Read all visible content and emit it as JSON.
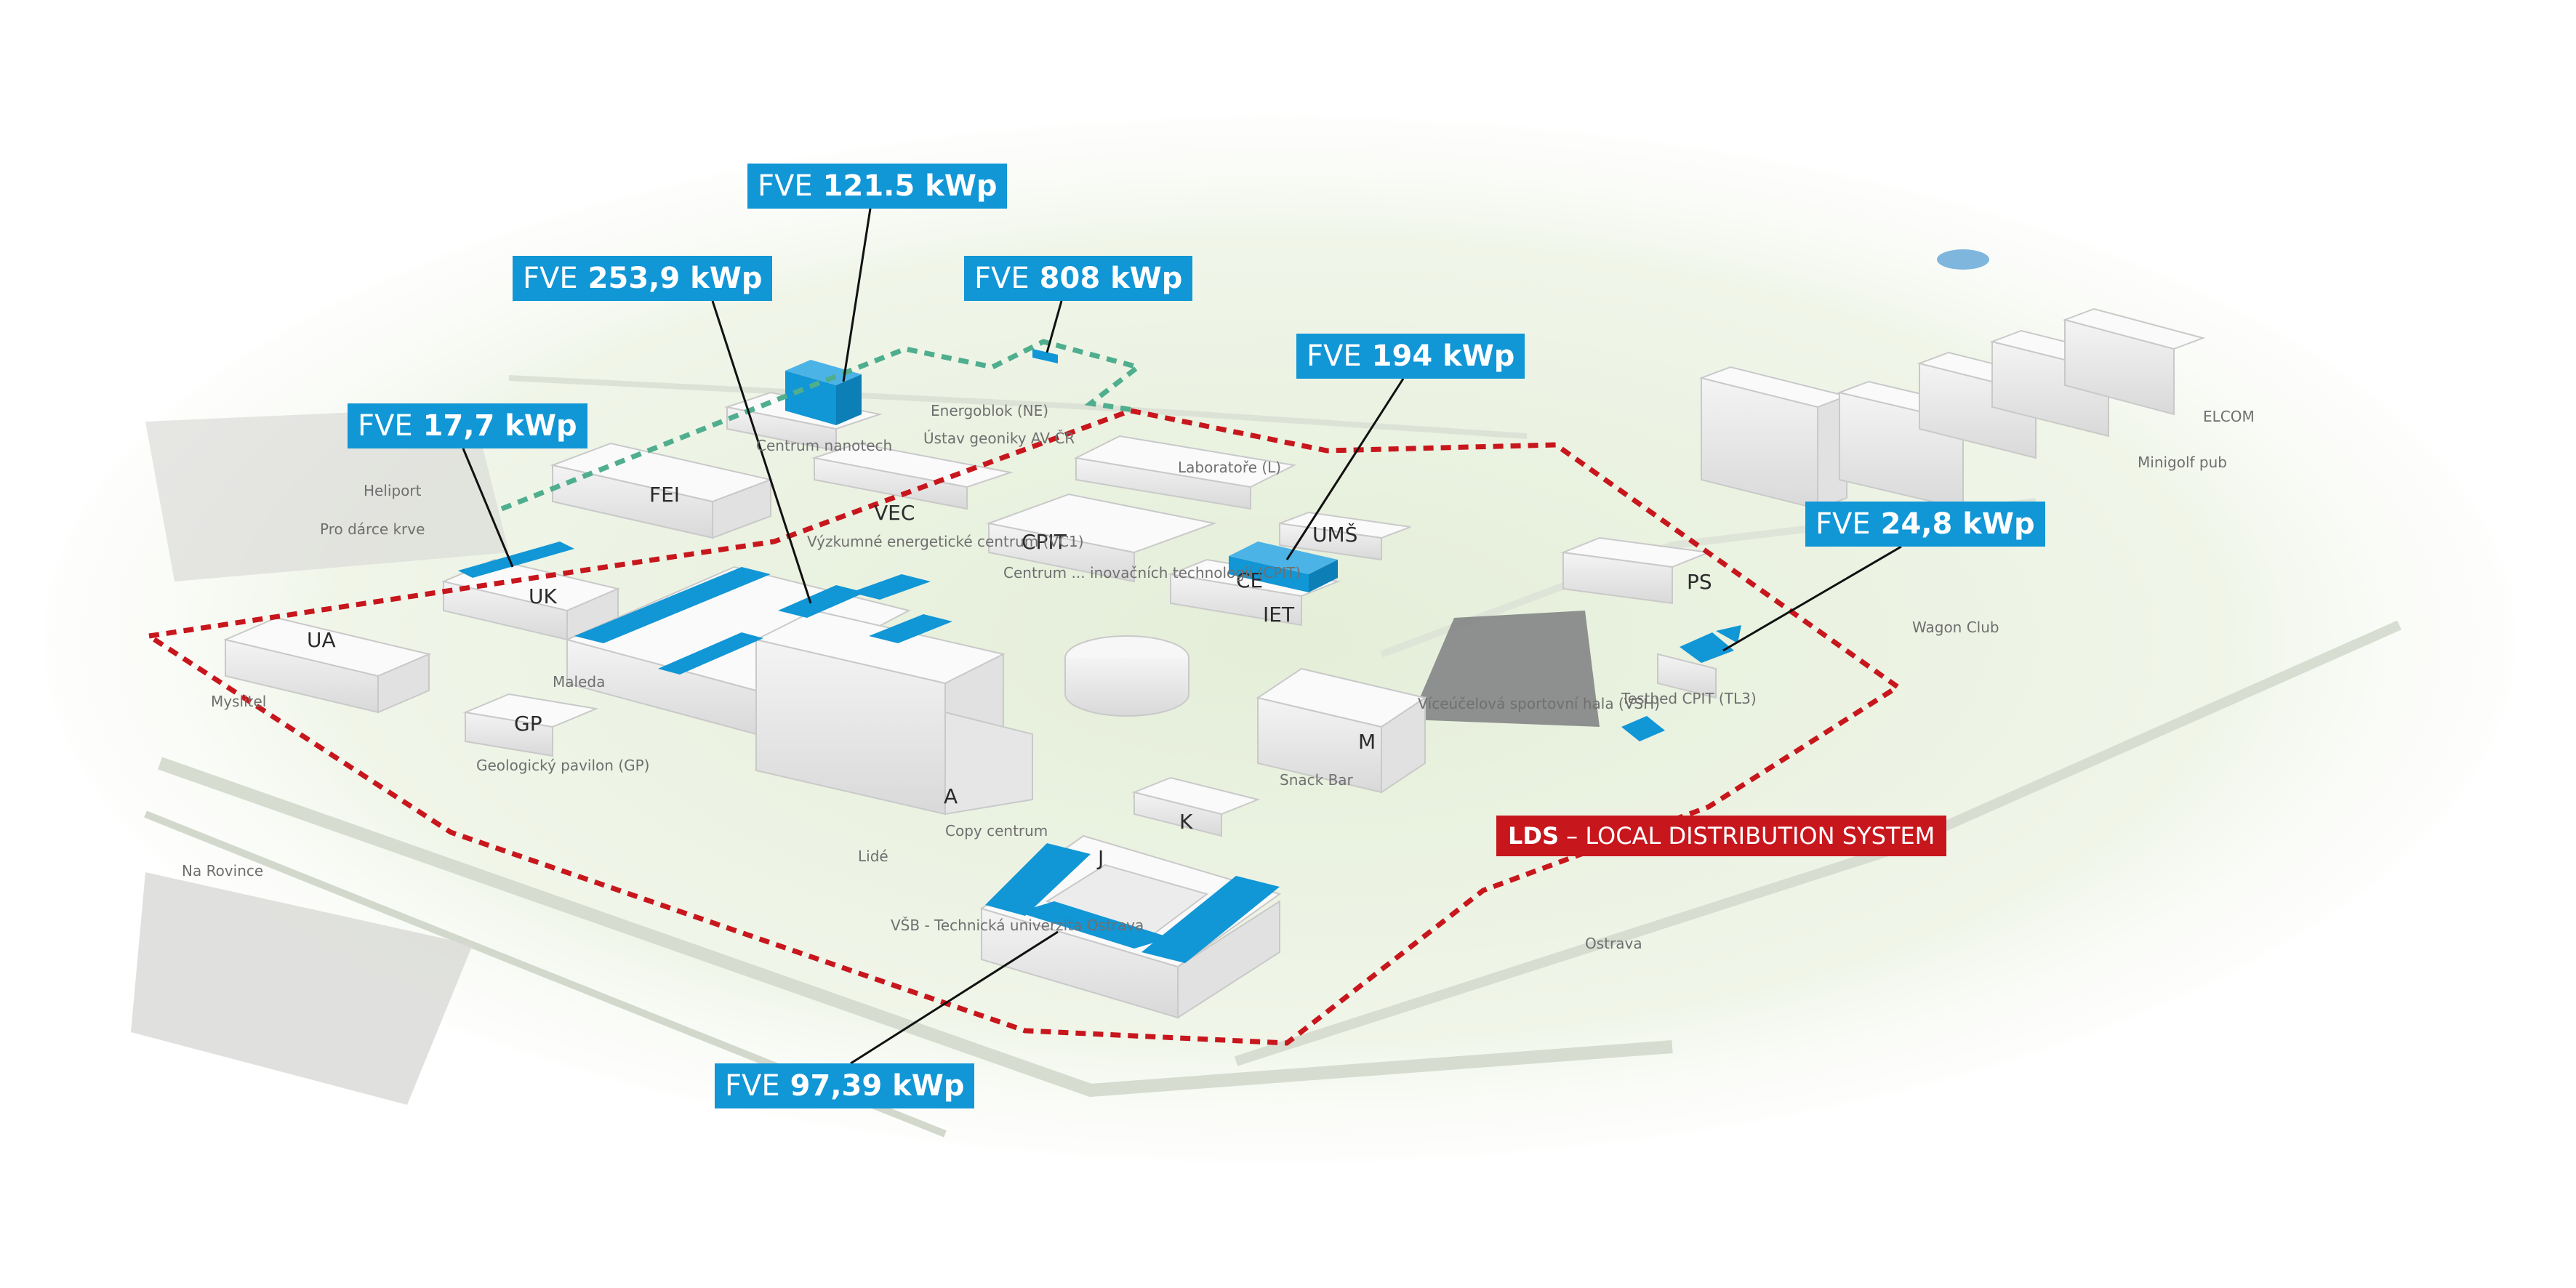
{
  "colors": {
    "pv_blue": "#1196d6",
    "lds_red": "#c8161d",
    "secondary_boundary_green": "#4fae8e",
    "ground_green": "#e6efd9",
    "building_white": "#f2f2f2"
  },
  "pv_labels": [
    {
      "prefix": "FVE",
      "value": "121.5 kWp"
    },
    {
      "prefix": "FVE",
      "value": "808 kWp"
    },
    {
      "prefix": "FVE",
      "value": "253,9 kWp"
    },
    {
      "prefix": "FVE",
      "value": "194 kWp"
    },
    {
      "prefix": "FVE",
      "value": "17,7 kWp"
    },
    {
      "prefix": "FVE",
      "value": "24,8 kWp"
    },
    {
      "prefix": "FVE",
      "value": "97,39 kWp"
    }
  ],
  "legend": {
    "abbr": "LDS",
    "text": " – LOCAL DISTRIBUTION SYSTEM"
  },
  "building_labels": [
    "FEI",
    "VEC",
    "CPIT",
    "UK",
    "UA",
    "GP",
    "A",
    "J",
    "K",
    "M",
    "IET",
    "UMŠ",
    "CE",
    "PS"
  ],
  "place_labels": [
    "Centrum nanotech",
    "Energoblok (NE)",
    "Ústav geoniky AV ČR",
    "Výzkumné energetické centrum (VC1)",
    "Centrum ... inovačních technologií (CPIT)",
    "Geologický pavilon (GP)",
    "Myslitel",
    "Maleda",
    "Heliport",
    "Pro dárce krve",
    "Lidé",
    "Copy centrum",
    "VŠB - Technická univerzita Ostrava",
    "Snack Bar",
    "Víceúčelová sportovní hala (VSH)",
    "Testbed CPIT (TL3)",
    "Wagon Club",
    "Minigolf pub",
    "ELCOM",
    "Laboratoře (L)",
    "Ostrava",
    "Na Rovince"
  ]
}
